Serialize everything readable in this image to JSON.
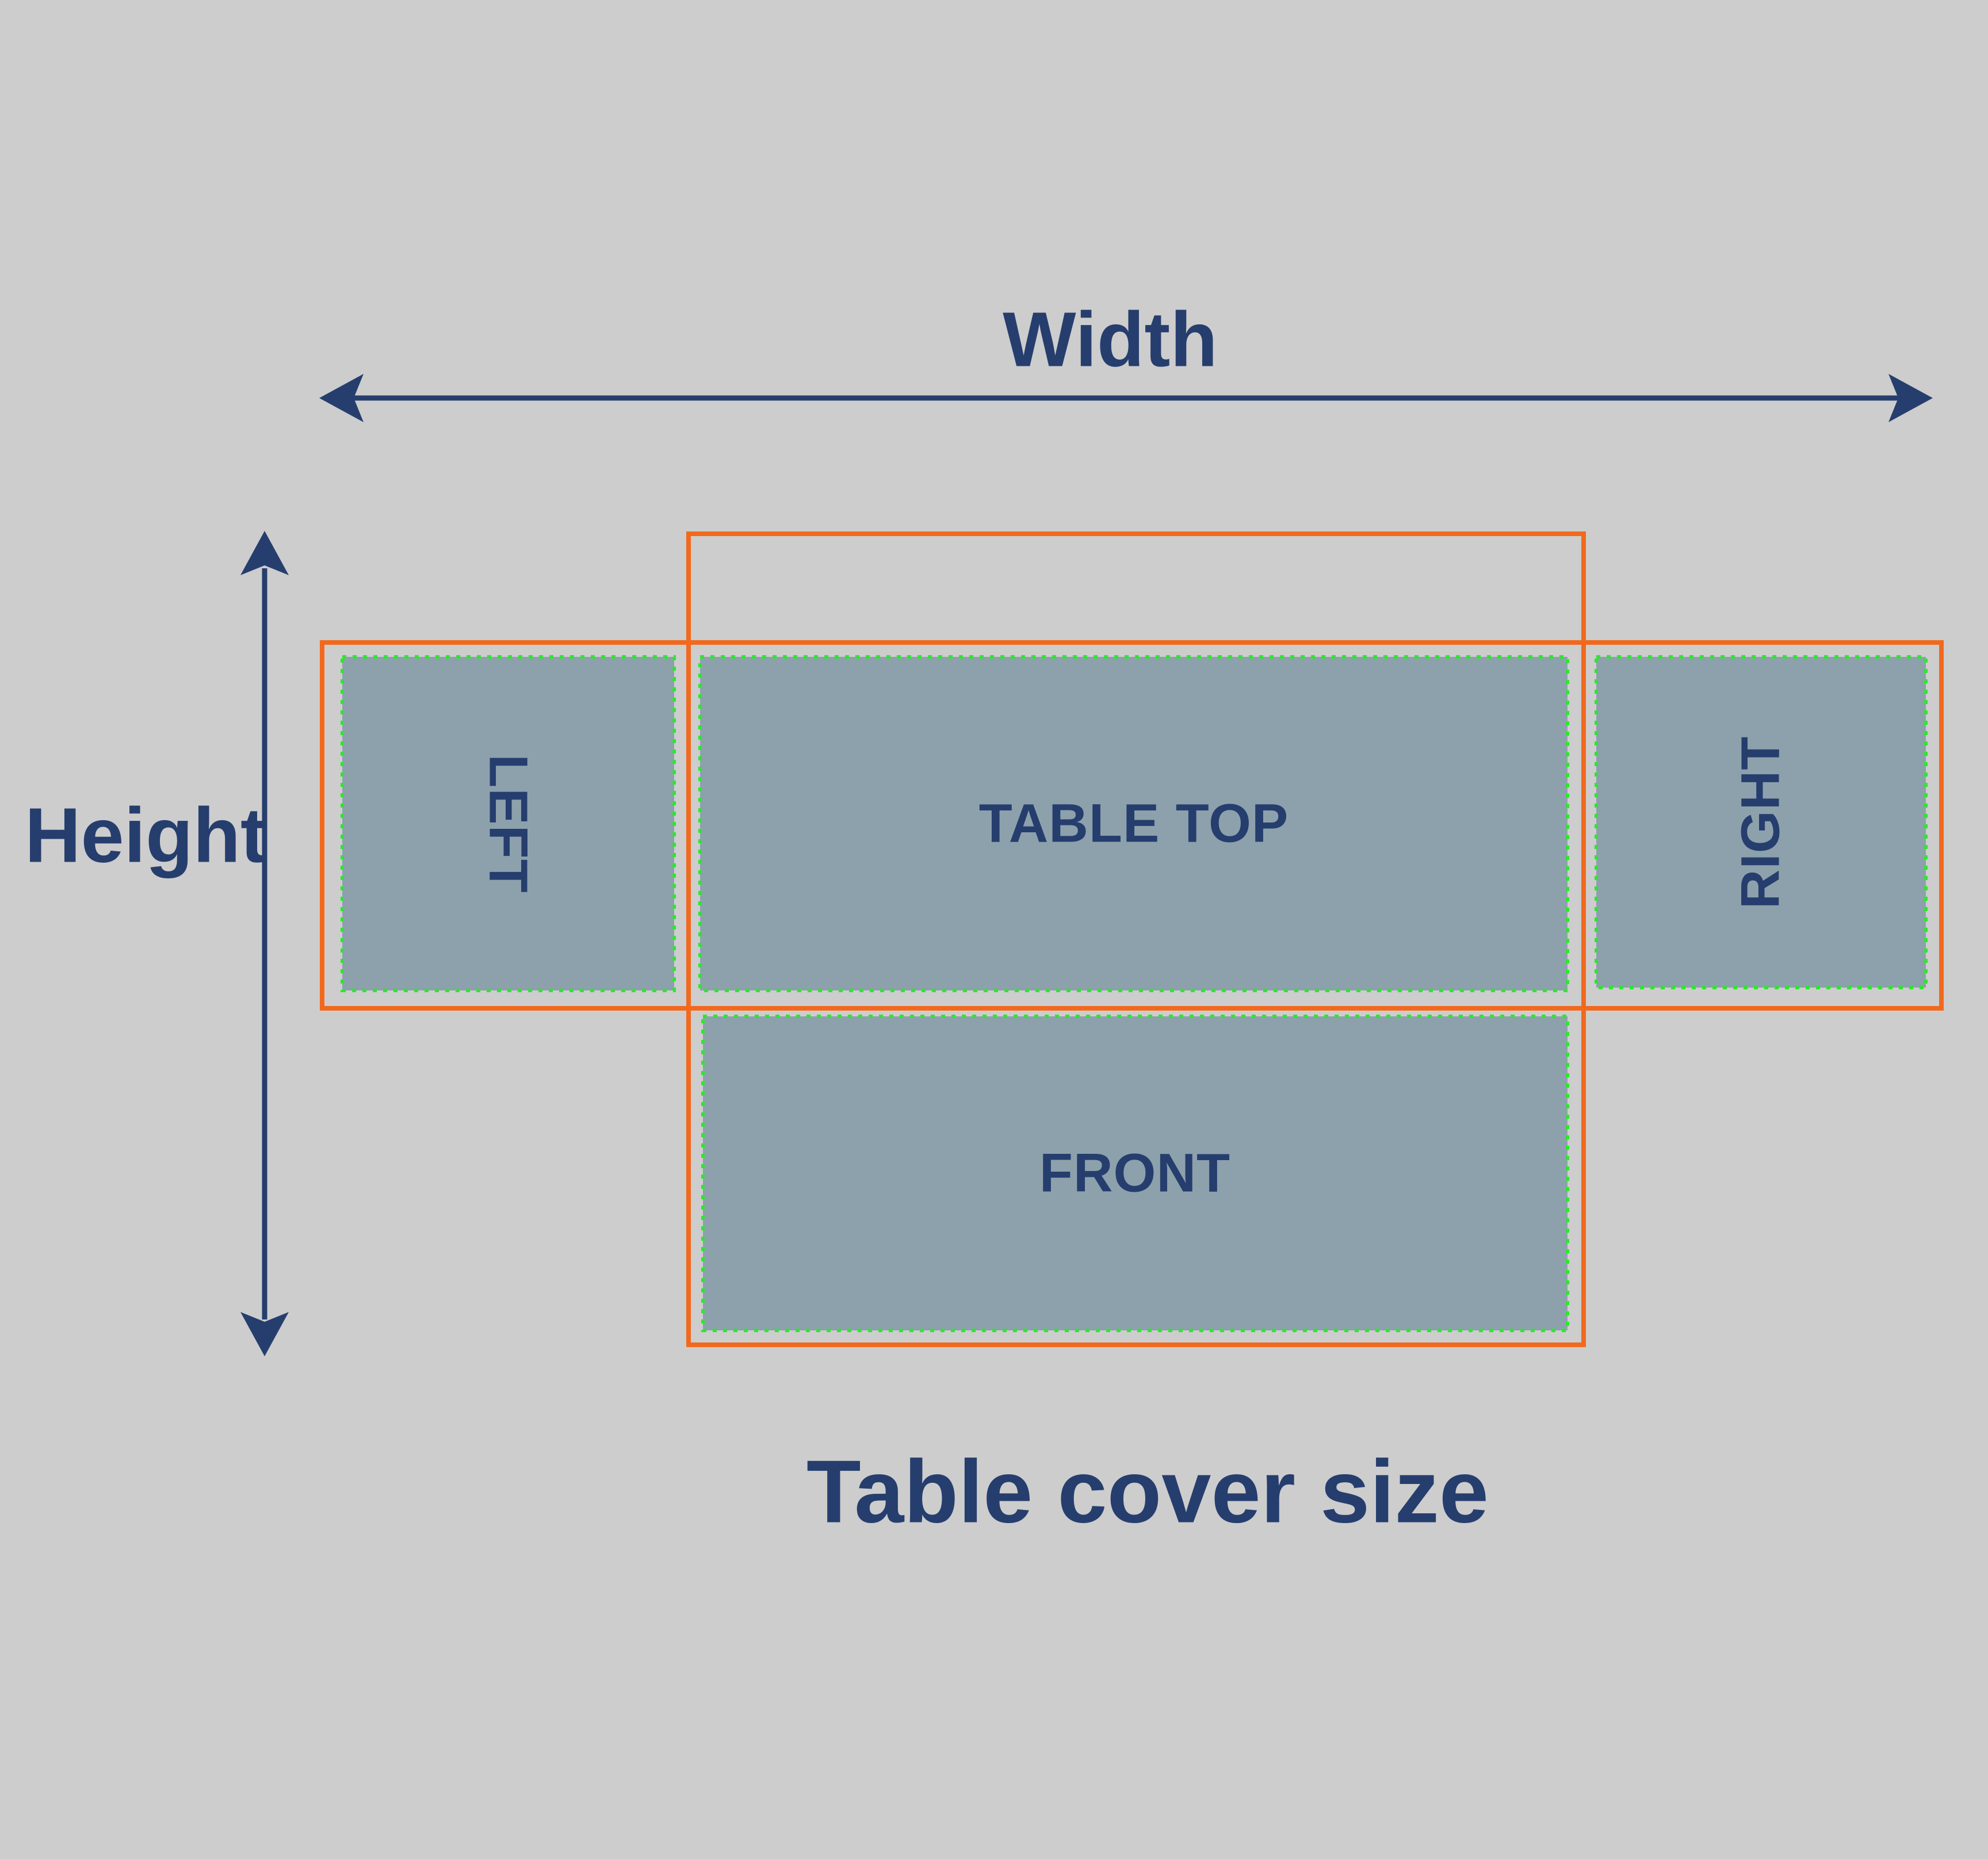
{
  "diagram": {
    "title": "Table cover size",
    "axes": {
      "width_label": "Width",
      "height_label": "Height"
    },
    "panels": {
      "left": {
        "label": "LEFT"
      },
      "table_top": {
        "label": "TABLE TOP"
      },
      "right": {
        "label": "RIGHT"
      },
      "front": {
        "label": "FRONT"
      }
    },
    "colors": {
      "background": "#cdcdcd",
      "panel_fill": "#8da1ac",
      "navy_text_and_arrows": "#263e6e",
      "orange_outline": "#f2691d",
      "green_dashed_border": "#2ee62e"
    }
  }
}
